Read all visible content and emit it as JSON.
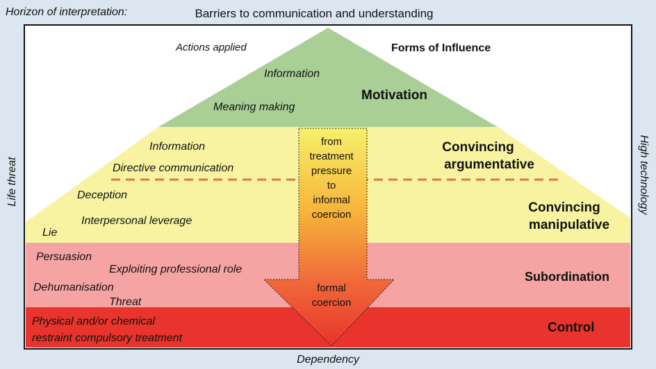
{
  "frame": {
    "top_left_label": "Horizon of interpretation:",
    "top_label": "Barriers to communication and understanding",
    "bottom_label": "Dependency",
    "left_label": "Life threat",
    "right_label": "High technology"
  },
  "forms_header": "Forms of Influence",
  "levels": {
    "motivation": {
      "name": "Motivation",
      "items": [
        "Actions applied",
        "Information",
        "Meaning making"
      ],
      "color": "#a9cf96"
    },
    "argumentative": {
      "name_line1": "Convincing",
      "name_line2": "argumentative",
      "items": [
        "Information",
        "Directive communication"
      ],
      "color": "#f7f3a1"
    },
    "manipulative": {
      "name_line1": "Convincing",
      "name_line2": "manipulative",
      "items": [
        "Deception",
        "Interpersonal leverage",
        "Lie"
      ],
      "color": "#f7f3a1"
    },
    "subordination": {
      "name": "Subordination",
      "items": [
        "Persuasion",
        "Exploiting professional role",
        "Dehumanisation",
        "Threat"
      ],
      "color": "#f5a3a3"
    },
    "control": {
      "name": "Control",
      "items": [
        "Physical and/or chemical",
        "restraint compulsory treatment"
      ],
      "color": "#e8342c"
    }
  },
  "arrow": {
    "upper_text": [
      "from",
      "treatment",
      "pressure",
      "to",
      "informal",
      "coercion"
    ],
    "lower_text": [
      "formal",
      "coercion"
    ]
  }
}
